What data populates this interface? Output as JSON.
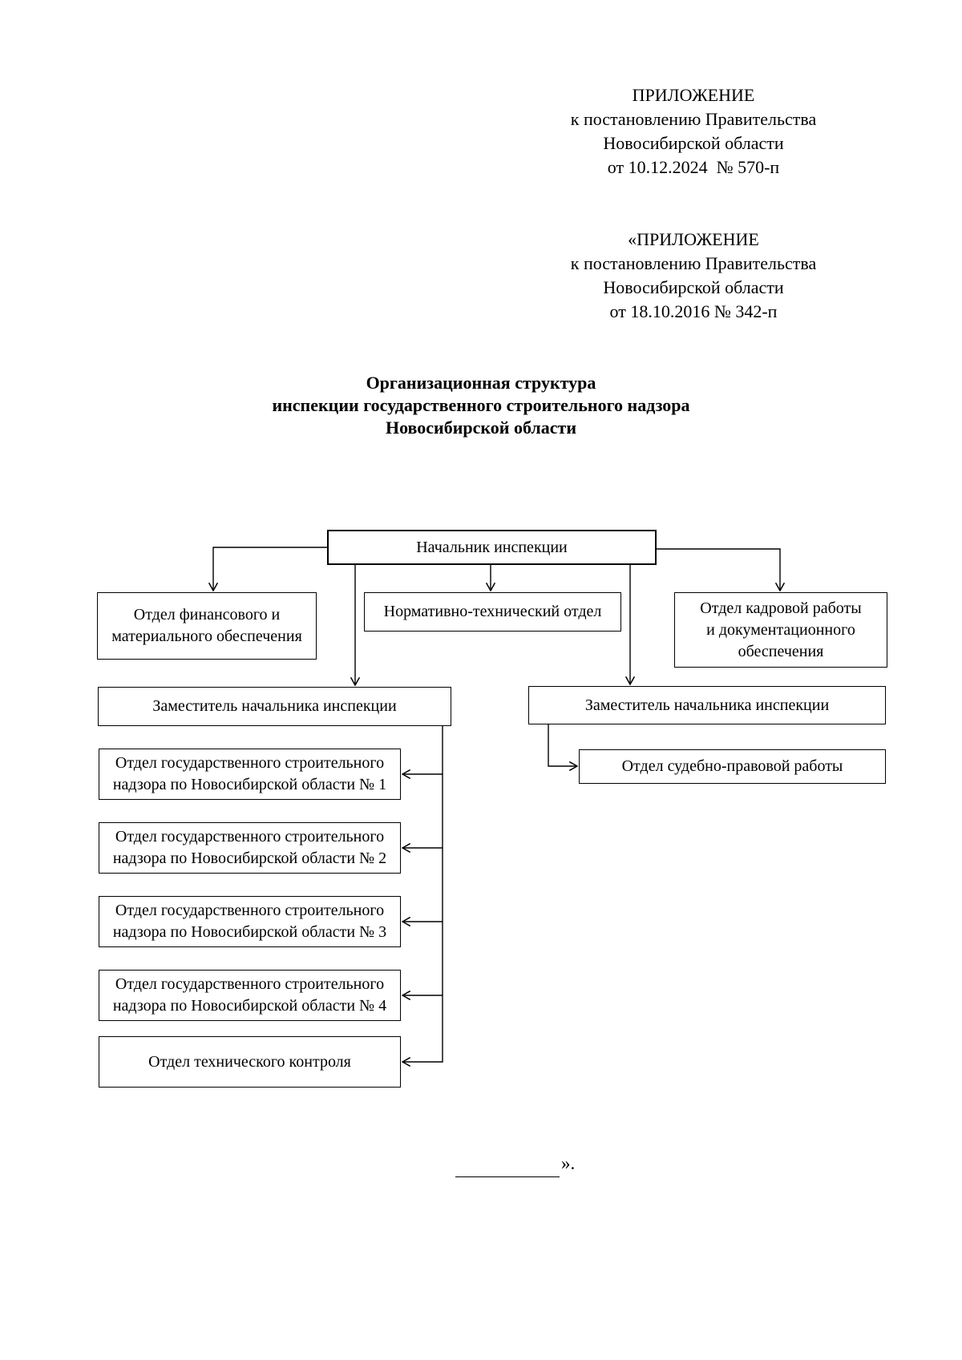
{
  "page": {
    "stamp1": {
      "lines": [
        "ПРИЛОЖЕНИЕ",
        "к постановлению Правительства",
        "Новосибирской области",
        "от 10.12.2024  № 570-п"
      ]
    },
    "stamp2": {
      "lines": [
        "«ПРИЛОЖЕНИЕ",
        "к постановлению Правительства",
        "Новосибирской области",
        "от 18.10.2016 № 342-п"
      ]
    },
    "title": {
      "lines": [
        "Организационная структура",
        "инспекции государственного строительного надзора",
        "Новосибирской области"
      ]
    },
    "closing_mark": "»."
  },
  "chart_data": {
    "type": "orgchart",
    "title": "Организационная структура инспекции государственного строительного надзора Новосибирской области",
    "nodes": [
      {
        "id": "head",
        "label": "Начальник инспекции"
      },
      {
        "id": "fin",
        "label": "Отдел финансового и\nматериального обеспечения"
      },
      {
        "id": "norm",
        "label": "Нормативно-технический отдел"
      },
      {
        "id": "kadr",
        "label": "Отдел кадровой работы\nи документационного\nобеспечения"
      },
      {
        "id": "zam1",
        "label": "Заместитель начальника инспекции"
      },
      {
        "id": "zam2",
        "label": "Заместитель начальника инспекции"
      },
      {
        "id": "gsn1",
        "label": "Отдел государственного строительного\nнадзора по Новосибирской области № 1"
      },
      {
        "id": "gsn2",
        "label": "Отдел государственного строительного\nнадзора по Новосибирской области № 2"
      },
      {
        "id": "gsn3",
        "label": "Отдел государственного строительного\nнадзора по Новосибирской области № 3"
      },
      {
        "id": "gsn4",
        "label": "Отдел государственного строительного\nнадзора по Новосибирской области № 4"
      },
      {
        "id": "tech",
        "label": "Отдел технического контроля"
      },
      {
        "id": "sud",
        "label": "Отдел судебно-правовой работы"
      }
    ],
    "edges": [
      [
        "head",
        "fin"
      ],
      [
        "head",
        "norm"
      ],
      [
        "head",
        "kadr"
      ],
      [
        "head",
        "zam1"
      ],
      [
        "head",
        "zam2"
      ],
      [
        "zam1",
        "gsn1"
      ],
      [
        "zam1",
        "gsn2"
      ],
      [
        "zam1",
        "gsn3"
      ],
      [
        "zam1",
        "gsn4"
      ],
      [
        "zam1",
        "tech"
      ],
      [
        "zam2",
        "sud"
      ]
    ],
    "colors": {
      "line": "#000000",
      "box_border": "#000000",
      "box_fill": "#ffffff",
      "text": "#000000"
    }
  }
}
